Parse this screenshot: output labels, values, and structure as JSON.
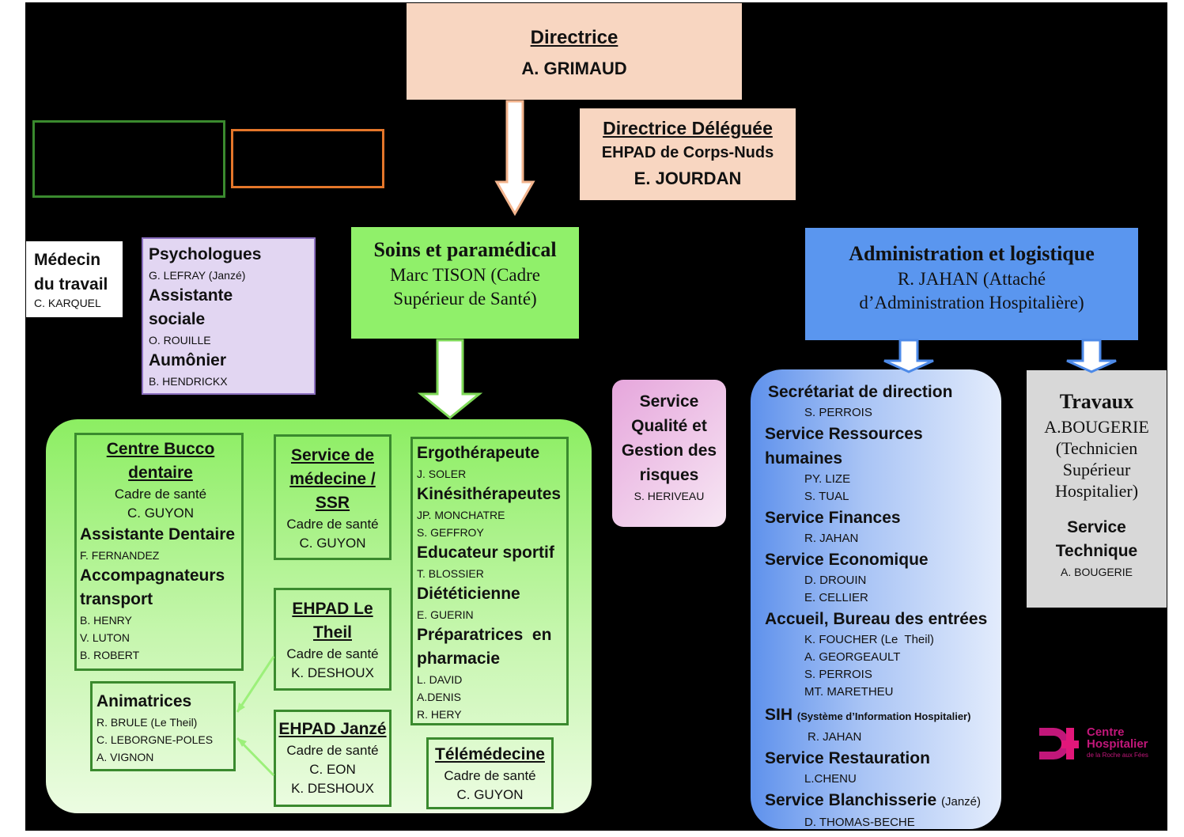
{
  "direction": {
    "title": "Directrice",
    "name": "A. GRIMAUD"
  },
  "deleguee": {
    "title": "Directrice Déléguée",
    "site": "EHPAD de Corps-Nuds",
    "name": "E. JOURDAN"
  },
  "medecin": {
    "line1": "Médecin",
    "line2": "du travail",
    "name": "C. KARQUEL"
  },
  "psy": {
    "items": [
      {
        "label": "Psychologues",
        "names": [
          "G. LEFRAY (Janzé)"
        ]
      },
      {
        "label1": "Assistante",
        "label2": "sociale",
        "names": [
          "O. ROUILLE"
        ]
      },
      {
        "label": "Aumônier",
        "names": [
          "B. HENDRICKX"
        ]
      }
    ]
  },
  "soins": {
    "title": "Soins et paramédical",
    "line1": "Marc TISON  (Cadre",
    "line2": "Supérieur de Santé)"
  },
  "admin": {
    "title": "Administration et logistique",
    "line1": "R. JAHAN (Attaché",
    "line2": "d’Administration Hospitalière)"
  },
  "qualite": {
    "lines": [
      "Service",
      "Qualité et",
      "Gestion des",
      "risques"
    ],
    "name": "S. HERIVEAU"
  },
  "bucco": {
    "title1": "Centre Bucco",
    "title2": "dentaire",
    "role": "Cadre de santé",
    "name": "C. GUYON",
    "assistante": "Assistante Dentaire",
    "assistante_name": "F. FERNANDEZ",
    "accomp1": "Accompagnateurs",
    "accomp2": "transport",
    "accomp_names": [
      "B. HENRY",
      "V. LUTON",
      "B. ROBERT"
    ]
  },
  "animatrices": {
    "title": "Animatrices",
    "names": [
      "R. BRULE  (Le Theil)",
      "C. LEBORGNE-POLES",
      "A. VIGNON"
    ]
  },
  "ssr": {
    "title1": "Service de",
    "title2": "médecine /",
    "title3": "SSR",
    "role": "Cadre de santé",
    "name": "C. GUYON"
  },
  "ehpad_theil": {
    "title1": "EHPAD Le",
    "title2": "Theil",
    "role": "Cadre de santé",
    "name": "K. DESHOUX"
  },
  "ehpad_janze": {
    "title": "EHPAD Janzé",
    "role": "Cadre de santé",
    "names": [
      "C. EON",
      "K. DESHOUX"
    ]
  },
  "paramed": {
    "ergo": "Ergothérapeute",
    "ergo_names": [
      "J. SOLER"
    ],
    "kine": "Kinésithérapeutes",
    "kine_names": [
      "JP.  MONCHATRE",
      "S. GEFFROY"
    ],
    "educ": "Educateur sportif",
    "educ_names": [
      "T. BLOSSIER"
    ],
    "diet": "Diététicienne",
    "diet_names": [
      "E. GUERIN"
    ],
    "prep1": "Préparatrices  en",
    "prep2": "pharmacie",
    "prep_names": [
      "L. DAVID",
      "A.DENIS",
      "R. HERY"
    ]
  },
  "tele": {
    "title": "Télémédecine",
    "role": "Cadre de santé",
    "name": "C. GUYON"
  },
  "services": {
    "secretariat": "Secrétariat de direction",
    "secretariat_names": [
      "S. PERROIS"
    ],
    "rh1": "Service Ressources",
    "rh2": "humaines",
    "rh_names": [
      "PY. LIZE",
      "S. TUAL"
    ],
    "finances": "Service Finances",
    "finances_names": [
      "R. JAHAN"
    ],
    "eco": "Service Economique",
    "eco_names": [
      "D. DROUIN",
      "E. CELLIER"
    ],
    "accueil": "Accueil, Bureau des entrées",
    "accueil_names": [
      "K. FOUCHER (Le  Theil)",
      "A. GEORGEAULT",
      "S. PERROIS",
      "MT. MARETHEU"
    ],
    "sih": "SIH",
    "sih_detail": "(Système d’Information Hospitalier)",
    "sih_names": [
      "R. JAHAN"
    ],
    "restauration": "Service Restauration",
    "restauration_names": [
      "L.CHENU"
    ],
    "blanchisserie": "Service Blanchisserie",
    "blanchisserie_site": "(Janzé)",
    "blanchisserie_names": [
      "D. THOMAS-BECHE"
    ]
  },
  "travaux": {
    "title": "Travaux",
    "line1": "A.BOUGERIE",
    "line2": "(Technicien",
    "line3": "Supérieur",
    "line4": "Hospitalier)",
    "service1": "Service",
    "service2": "Technique",
    "name": "A. BOUGERIE"
  },
  "logo": {
    "line1": "Centre",
    "line2": "Hospitalier",
    "line3": "de la Roche aux Fées",
    "color": "#c2177a"
  }
}
